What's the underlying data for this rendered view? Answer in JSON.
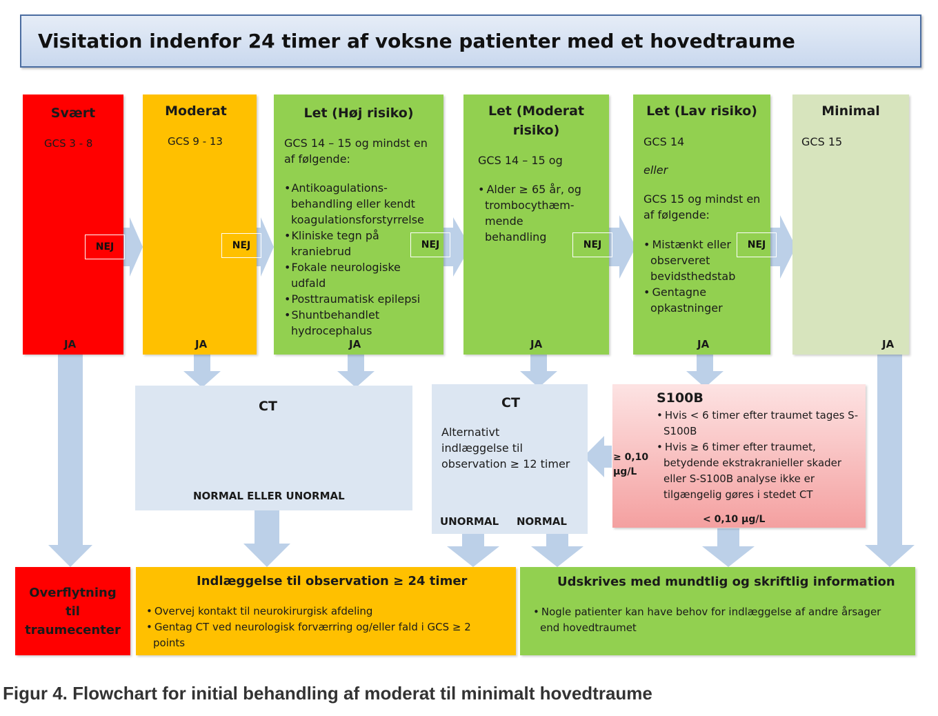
{
  "title": "Visitation indenfor 24 timer af voksne patienter med et hovedtraume",
  "colors": {
    "red": "#ff0000",
    "orange": "#ffc000",
    "green": "#92d050",
    "pale_green": "#d7e4bd",
    "light_blue": "#dce6f2",
    "pink": "#f4a6a6",
    "arrow": "#bcd0e8"
  },
  "severity": [
    {
      "title": "Svært",
      "gcs": "GCS 3 - 8",
      "yes": "JA",
      "no": "NEJ"
    },
    {
      "title": "Moderat",
      "gcs": "GCS 9 - 13",
      "yes": "JA",
      "no": "NEJ"
    },
    {
      "title": "Let (Høj risiko)",
      "gcs_lines": [
        "GCS 14 – 15 og mindst en",
        "af følgende:"
      ],
      "bullets": [
        "Antikoagulations-behandling eller kendt koagulationsforstyrrelse",
        "Kliniske tegn på kraniebrud",
        "Fokale neurologiske udfald",
        "Posttraumatisk epilepsi",
        "Shuntbehandlet hydrocephalus"
      ],
      "yes": "JA",
      "no": "NEJ"
    },
    {
      "title_lines": [
        "Let (Moderat",
        "risiko)"
      ],
      "gcs": "GCS 14 – 15 og",
      "bullets": [
        "Alder ≥ 65 år, og trombocythæm-mende behandling"
      ],
      "yes": "JA",
      "no": "NEJ"
    },
    {
      "title": "Let (Lav risiko)",
      "gcs": "GCS 14",
      "or": "eller",
      "gcs2_lines": [
        "GCS 15 og mindst en",
        "af følgende:"
      ],
      "bullets": [
        "Mistænkt eller observeret bevidsthedstab",
        "Gentagne opkastninger"
      ],
      "yes": "JA",
      "no": "NEJ"
    },
    {
      "title": "Minimal",
      "gcs": "GCS 15",
      "yes": "JA"
    }
  ],
  "ct1": {
    "title": "CT",
    "result": "NORMAL ELLER UNORMAL"
  },
  "ct2": {
    "title": "CT",
    "text_lines": [
      "Alternativt",
      "indlæggelse til",
      "observation ≥ 12 timer"
    ],
    "abnormal": "UNORMAL",
    "normal": "NORMAL"
  },
  "s100b": {
    "title": "S100B",
    "bullets": [
      "Hvis < 6 timer  efter traumet tages S-S100B",
      "Hvis ≥ 6 timer efter traumet, betydende ekstrakranieller skader eller S-S100B analyse ikke er tilgængelig gøres i stedet CT"
    ],
    "high_lines": [
      "≥ 0,10",
      "µg/L"
    ],
    "low": "< 0,10 µg/L"
  },
  "outcomes": {
    "transfer_lines": [
      "Overflytning",
      "til",
      "traumecenter"
    ],
    "admit": {
      "title": "Indlæggelse til observation ≥ 24 timer",
      "bullets": [
        "Overvej kontakt til neurokirurgisk  afdeling",
        "Gentag CT ved neurologisk forværring og/eller fald i GCS ≥ 2 points"
      ]
    },
    "discharge": {
      "title": "Udskrives med mundtlig og skriftlig information",
      "bullets": [
        "Nogle patienter kan have behov for indlæggelse af andre årsager end hovedtraumet"
      ]
    }
  },
  "caption": "Figur 4. Flowchart for initial behandling af moderat til minimalt hovedtraume"
}
